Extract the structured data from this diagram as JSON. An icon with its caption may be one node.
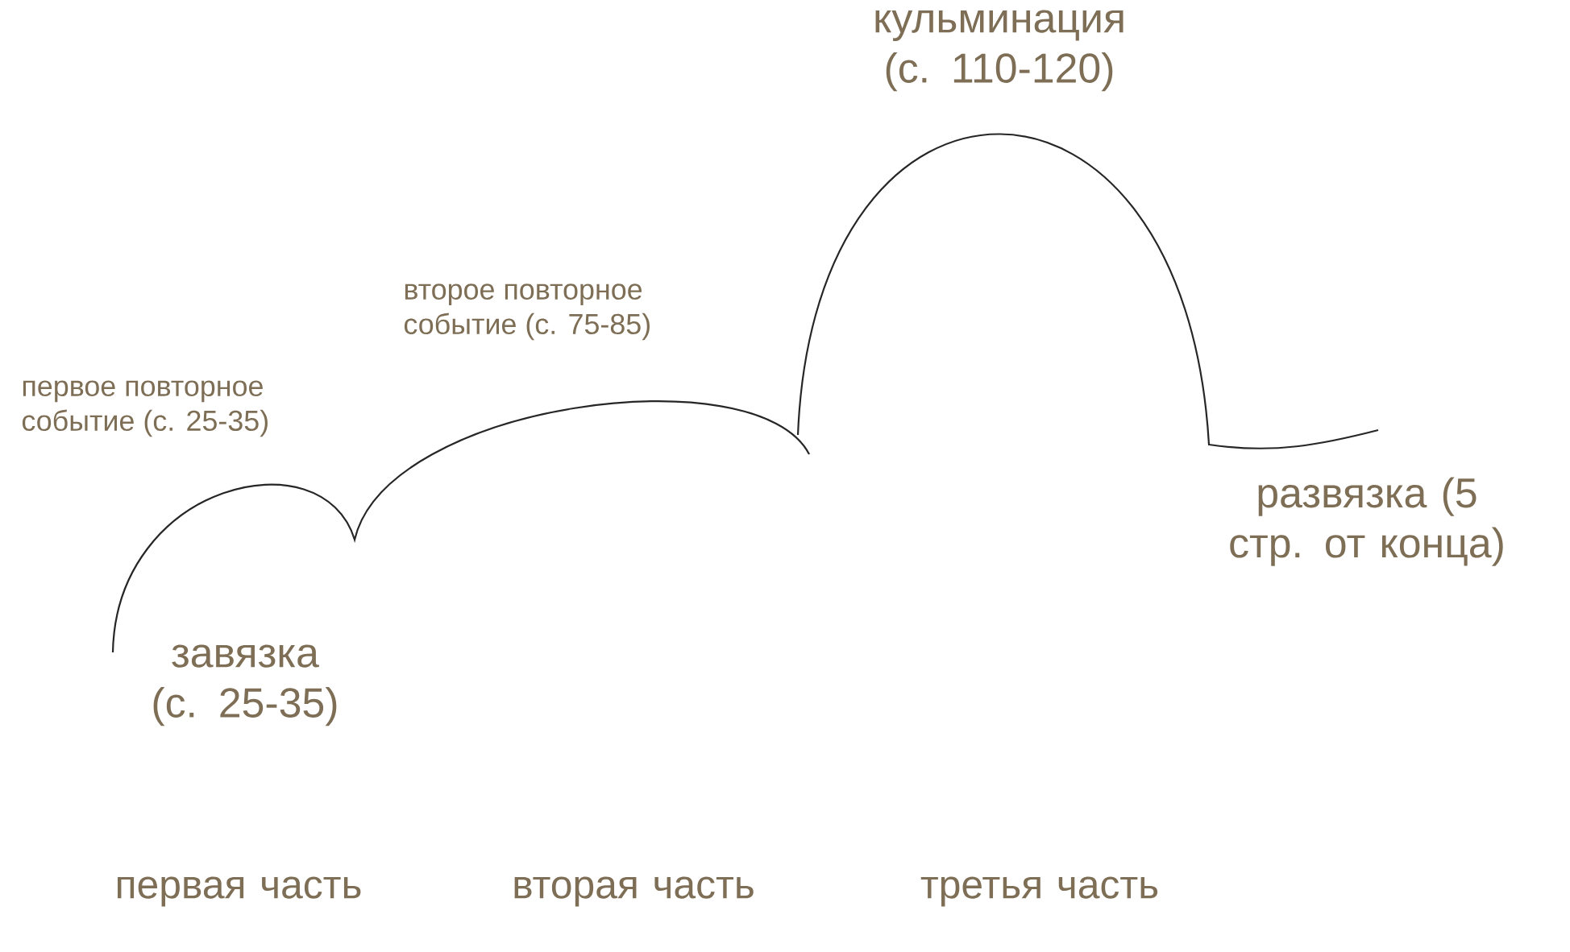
{
  "diagram": {
    "labels": [
      "кульминация (с. 110-120)",
      "второе повторное событие (с. 75-85)",
      "первое повторное событие (с. 25-35)",
      "развязка (5 стр. от конца)",
      "завязка (с. 25-35)",
      "первая часть",
      "вторая часть",
      "третья часть"
    ]
  }
}
